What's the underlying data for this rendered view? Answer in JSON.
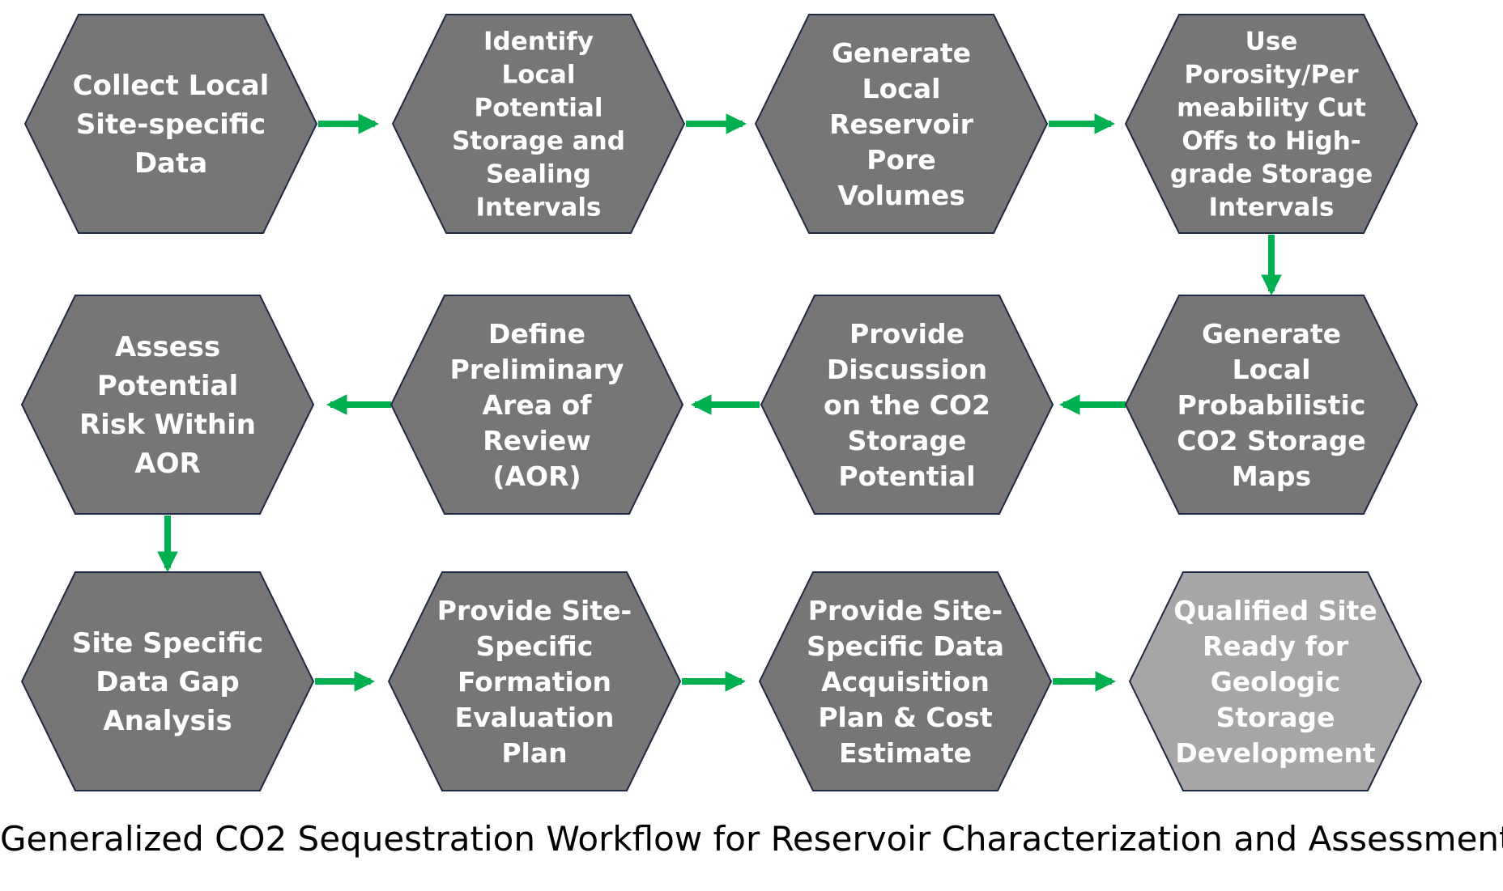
{
  "colors": {
    "hexagon_fill": "#767676",
    "hexagon_stroke": "#1f2a44",
    "final_hexagon_fill": "#a6a6a6",
    "arrow": "#00b050",
    "text": "#ffffff"
  },
  "steps": [
    {
      "lines": [
        "Collect Local",
        "Site-specific",
        "Data"
      ]
    },
    {
      "lines": [
        "Identify",
        "Local",
        "Potential",
        "Storage and",
        "Sealing",
        "Intervals"
      ]
    },
    {
      "lines": [
        "Generate",
        "Local",
        "Reservoir",
        "Pore",
        "Volumes"
      ]
    },
    {
      "lines": [
        "Use",
        "Porosity/Per",
        "meability Cut",
        "Offs to High-",
        "grade Storage",
        "Intervals"
      ]
    },
    {
      "lines": [
        "Generate",
        "Local",
        "Probabilistic",
        "CO2 Storage",
        "Maps"
      ]
    },
    {
      "lines": [
        "Provide",
        "Discussion",
        "on the CO2",
        "Storage",
        "Potential"
      ]
    },
    {
      "lines": [
        "Define",
        "Preliminary",
        "Area of",
        "Review",
        "(AOR)"
      ]
    },
    {
      "lines": [
        "Assess",
        "Potential",
        "Risk Within",
        "AOR"
      ]
    },
    {
      "lines": [
        "Site Specific",
        "Data Gap",
        "Analysis"
      ]
    },
    {
      "lines": [
        "Provide Site-",
        "Specific",
        "Formation",
        "Evaluation",
        "Plan"
      ]
    },
    {
      "lines": [
        "Provide Site-",
        "Specific Data",
        "Acquisition",
        "Plan & Cost",
        "Estimate"
      ]
    },
    {
      "lines": [
        "Qualified Site",
        "Ready for",
        "Geologic",
        "Storage",
        "Development"
      ],
      "final": true
    }
  ],
  "caption": "Generalized CO2 Sequestration Workflow for Reservoir Characterization and Assessment"
}
